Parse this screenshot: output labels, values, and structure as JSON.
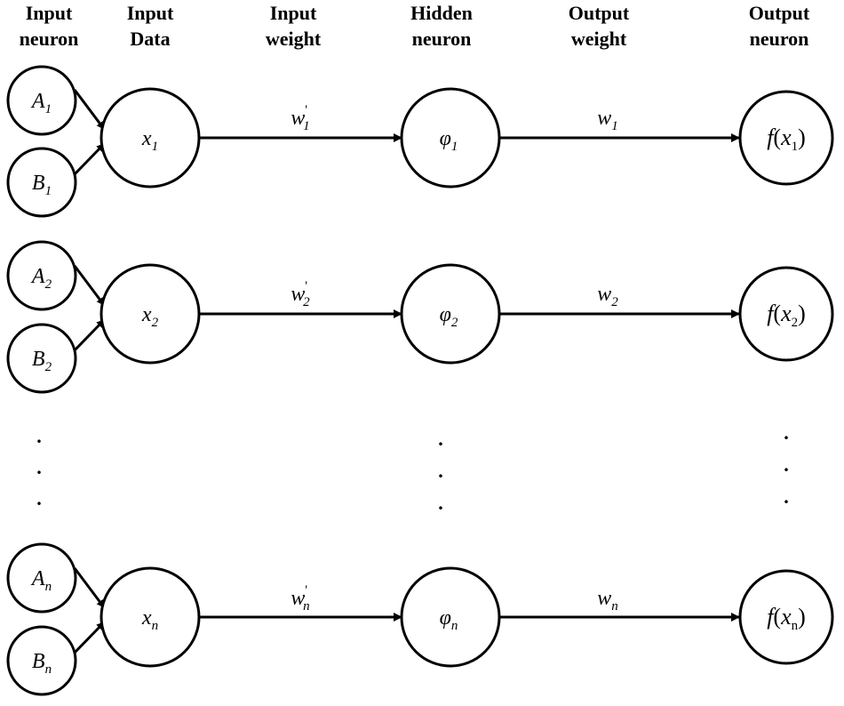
{
  "headers": {
    "input_neuron": [
      "Input",
      "neuron"
    ],
    "input_data": [
      "Input",
      "Data"
    ],
    "input_weight": [
      "Input",
      "weight"
    ],
    "hidden_neuron": [
      "Hidden",
      "neuron"
    ],
    "output_weight": [
      "Output",
      "weight"
    ],
    "output_neuron": [
      "Output",
      "neuron"
    ]
  },
  "rows": [
    {
      "a": "A",
      "b": "B",
      "x": "x",
      "wi": "w",
      "wi_mark": "'",
      "phi": "φ",
      "wo": "w",
      "f": "f",
      "x_out": "x",
      "index": "1"
    },
    {
      "a": "A",
      "b": "B",
      "x": "x",
      "wi": "w",
      "wi_mark": "'",
      "phi": "φ",
      "wo": "w",
      "f": "f",
      "x_out": "x",
      "index": "2"
    },
    {
      "a": "A",
      "b": "B",
      "x": "x",
      "wi": "w",
      "wi_mark": "'",
      "phi": "φ",
      "wo": "w",
      "f": "f",
      "x_out": "x",
      "index": "n"
    }
  ],
  "ellipsis_dots": [
    ".",
    ".",
    "."
  ],
  "paren_open": "(",
  "paren_close": ")"
}
